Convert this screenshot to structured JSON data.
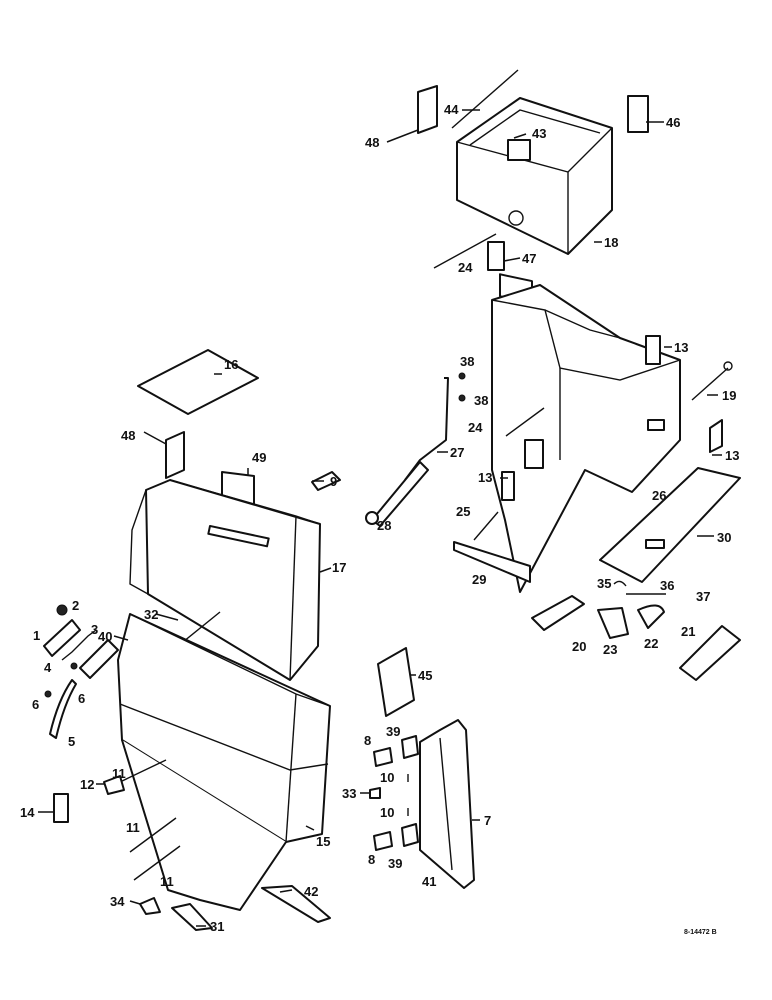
{
  "drawing": {
    "reference_number": "8-14472 B"
  },
  "callouts": {
    "c1": "1",
    "c2": "2",
    "c3": "3",
    "c4": "4",
    "c5": "5",
    "c6a": "6",
    "c6b": "6",
    "c7": "7",
    "c8a": "8",
    "c8b": "8",
    "c9": "9",
    "c10a": "10",
    "c10b": "10",
    "c11a": "11",
    "c11b": "11",
    "c11c": "11",
    "c12": "12",
    "c13a": "13",
    "c13b": "13",
    "c13c": "13",
    "c14": "14",
    "c15": "15",
    "c16": "16",
    "c17": "17",
    "c18": "18",
    "c19": "19",
    "c20": "20",
    "c21": "21",
    "c22": "22",
    "c23": "23",
    "c24a": "24",
    "c24b": "24",
    "c25": "25",
    "c26": "26",
    "c27": "27",
    "c28": "28",
    "c29": "29",
    "c30": "30",
    "c31": "31",
    "c32": "32",
    "c33": "33",
    "c34": "34",
    "c35": "35",
    "c36": "36",
    "c37": "37",
    "c38a": "38",
    "c38b": "38",
    "c39a": "39",
    "c39b": "39",
    "c40": "40",
    "c41": "41",
    "c42": "42",
    "c43": "43",
    "c44": "44",
    "c45": "45",
    "c46": "46",
    "c47": "47",
    "c48a": "48",
    "c48b": "48",
    "c49": "49"
  }
}
